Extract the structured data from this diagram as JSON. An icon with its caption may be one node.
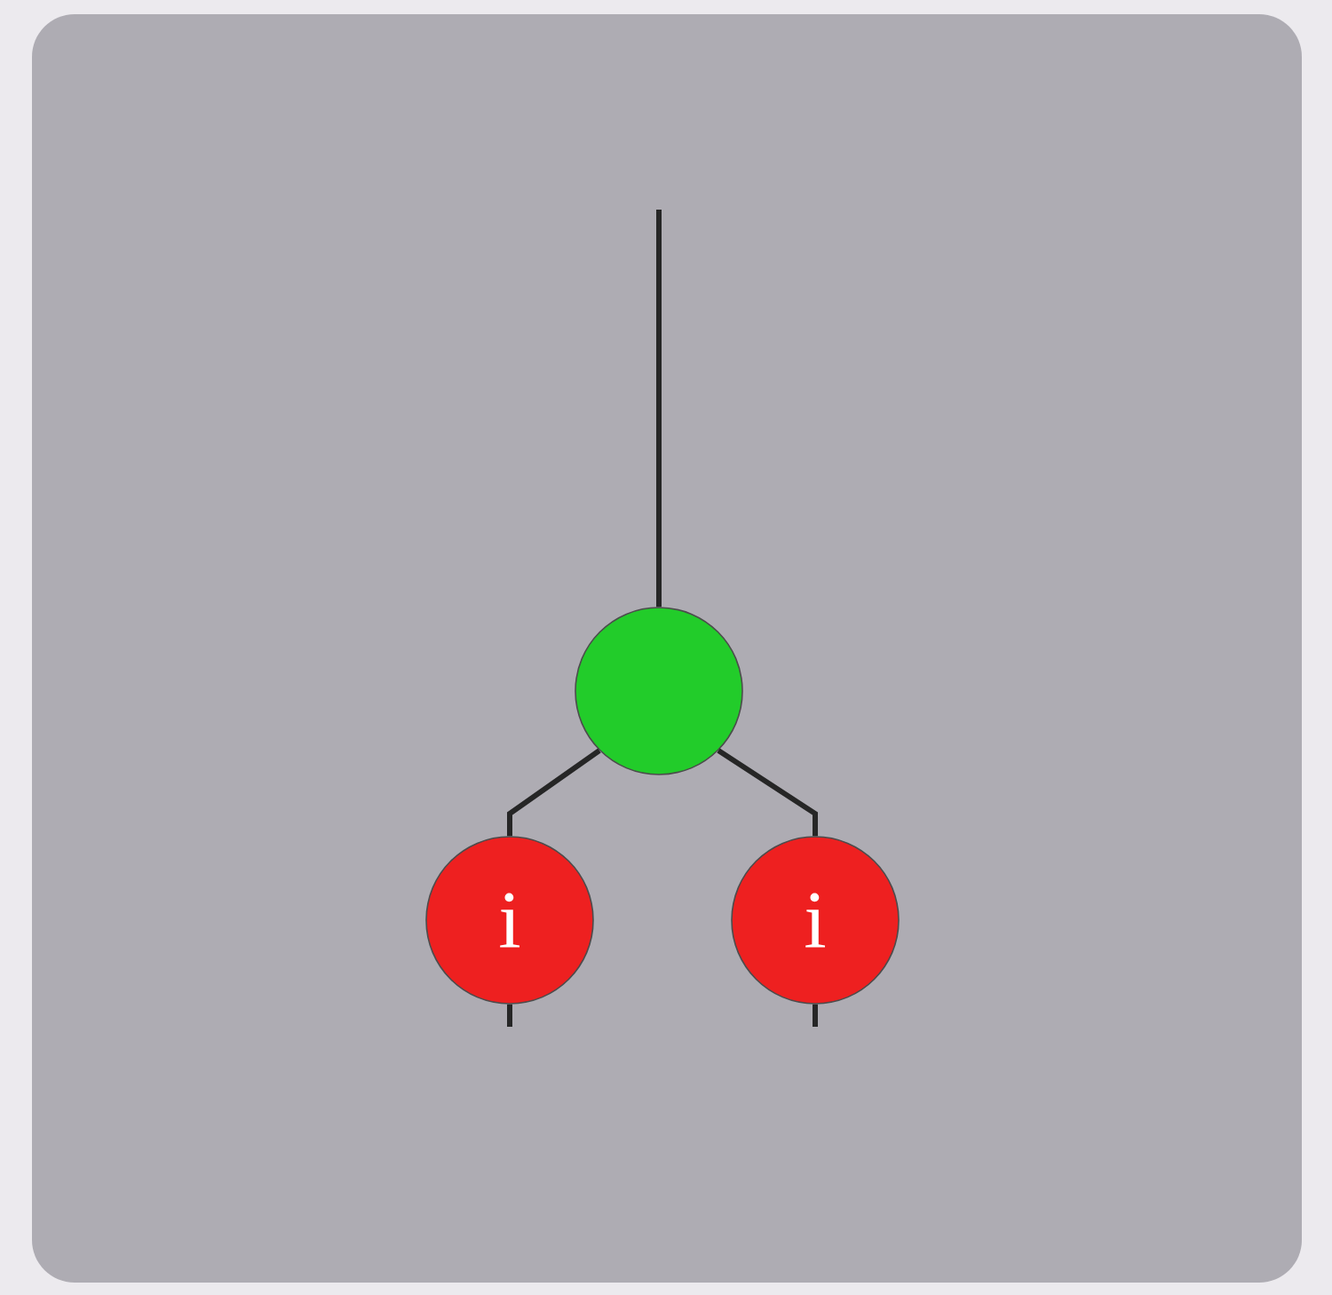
{
  "diagram": {
    "nodes": [
      {
        "text": [],
        "shape": "circle"
      },
      {
        "text": [
          "i"
        ]
      },
      {
        "text": [
          "i"
        ]
      }
    ],
    "edges": [
      {
        "from": null,
        "to": 0,
        "arrow": "none"
      },
      {
        "from": 0,
        "to": 1,
        "arrow": "none"
      },
      {
        "from": 0,
        "to": 2,
        "arrow": "none"
      },
      {
        "from": 1,
        "to": null,
        "arrow": "none"
      },
      {
        "from": 2,
        "to": null,
        "arrow": "none"
      }
    ]
  }
}
